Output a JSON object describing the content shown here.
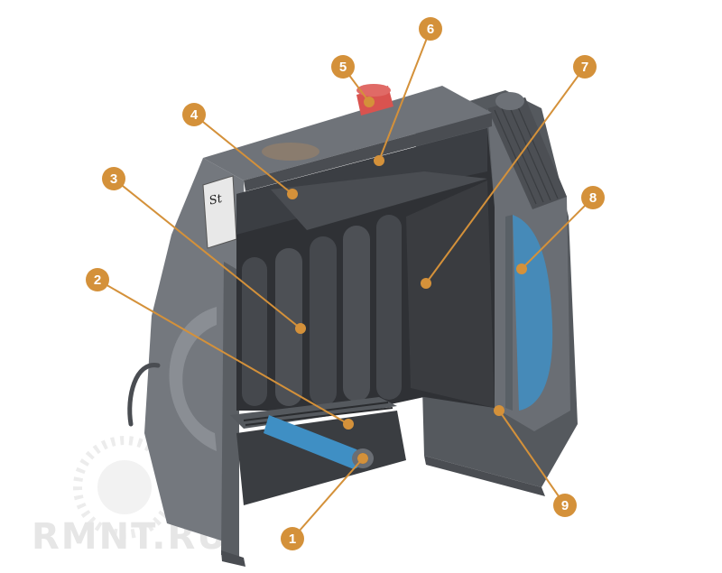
{
  "diagram": {
    "callouts": [
      {
        "label": "1"
      },
      {
        "label": "2"
      },
      {
        "label": "3"
      },
      {
        "label": "4"
      },
      {
        "label": "5"
      },
      {
        "label": "6"
      },
      {
        "label": "7"
      },
      {
        "label": "8"
      },
      {
        "label": "9"
      }
    ],
    "colors": {
      "callout": "#d4913a",
      "body": "#5f6368",
      "body_dark": "#3c3f44",
      "interior": "#2e3034",
      "water": "#3f8fc4",
      "flue": "#d9534f"
    }
  },
  "plate_text": "St",
  "watermark": {
    "text": "RMNT.RU"
  }
}
